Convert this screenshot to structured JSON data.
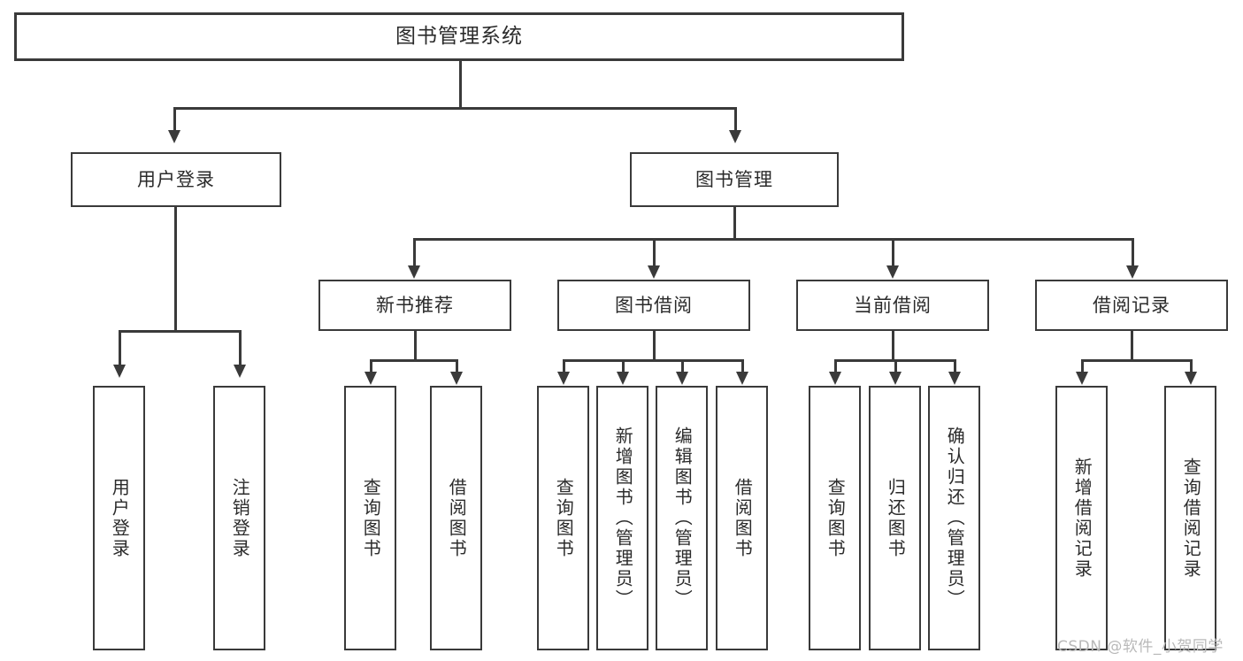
{
  "diagram": {
    "title": "图书管理系统",
    "type": "tree-hierarchy-diagram",
    "colors": {
      "stroke": "#3a3a3a",
      "fill": "#ffffff",
      "text": "#2b2b2b",
      "watermark": "#b9b9b9"
    },
    "watermark": "CSDN @软件_小贺同学",
    "nodes": {
      "root": {
        "label": "图书管理系统"
      },
      "level2": [
        {
          "id": "user-login",
          "label": "用户登录"
        },
        {
          "id": "book-manage",
          "label": "图书管理"
        }
      ],
      "level3": [
        {
          "id": "new-book-recommend",
          "label": "新书推荐"
        },
        {
          "id": "book-borrow",
          "label": "图书借阅"
        },
        {
          "id": "current-borrow",
          "label": "当前借阅"
        },
        {
          "id": "borrow-record",
          "label": "借阅记录"
        }
      ],
      "leaves": {
        "user-login": [
          {
            "id": "leaf-user-login",
            "label": "用户登录"
          },
          {
            "id": "leaf-logout",
            "label": "注销登录"
          }
        ],
        "new-book-recommend": [
          {
            "id": "leaf-query-book-1",
            "label": "查询图书"
          },
          {
            "id": "leaf-borrow-book-1",
            "label": "借阅图书"
          }
        ],
        "book-borrow": [
          {
            "id": "leaf-query-book-2",
            "label": "查询图书"
          },
          {
            "id": "leaf-add-book",
            "label": "新增图书（管理员）"
          },
          {
            "id": "leaf-edit-book",
            "label": "编辑图书（管理员）"
          },
          {
            "id": "leaf-borrow-book-2",
            "label": "借阅图书"
          }
        ],
        "current-borrow": [
          {
            "id": "leaf-query-book-3",
            "label": "查询图书"
          },
          {
            "id": "leaf-return-book",
            "label": "归还图书"
          },
          {
            "id": "leaf-confirm-return",
            "label": "确认归还（管理员）"
          }
        ],
        "borrow-record": [
          {
            "id": "leaf-add-record",
            "label": "新增借阅记录"
          },
          {
            "id": "leaf-query-record",
            "label": "查询借阅记录"
          }
        ]
      }
    }
  }
}
